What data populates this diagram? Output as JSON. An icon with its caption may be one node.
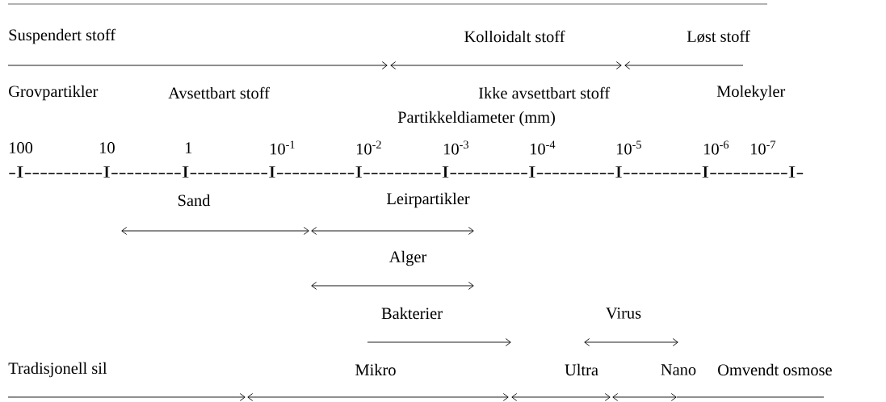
{
  "diagram": {
    "labels": [
      "Suspendert stoff",
      "Kolloidalt stoff",
      "Løst stoff",
      "Grovpartikler",
      "Avsettbart stoff",
      "Ikke avsettbart stoff",
      "Molekyler",
      "Partikkeldiameter (mm)",
      "100",
      "10",
      "1",
      "10$^{-1}$",
      "10$^{-2}$",
      "10$^{-3}$",
      "10$^{-4}$",
      "10$^{-5}$",
      "10$^{-6}$",
      "10$^{-7}$",
      "-I----------I---------I----------I----------I----------I----------I----------I----------I----------I-",
      "Sand",
      "Leirpartikler",
      "Alger",
      "Bakterier",
      "Virus",
      "Tradisjonell sil",
      "Mikro",
      "Ultra",
      "Nano",
      "Omvendt osmose"
    ]
  }
}
